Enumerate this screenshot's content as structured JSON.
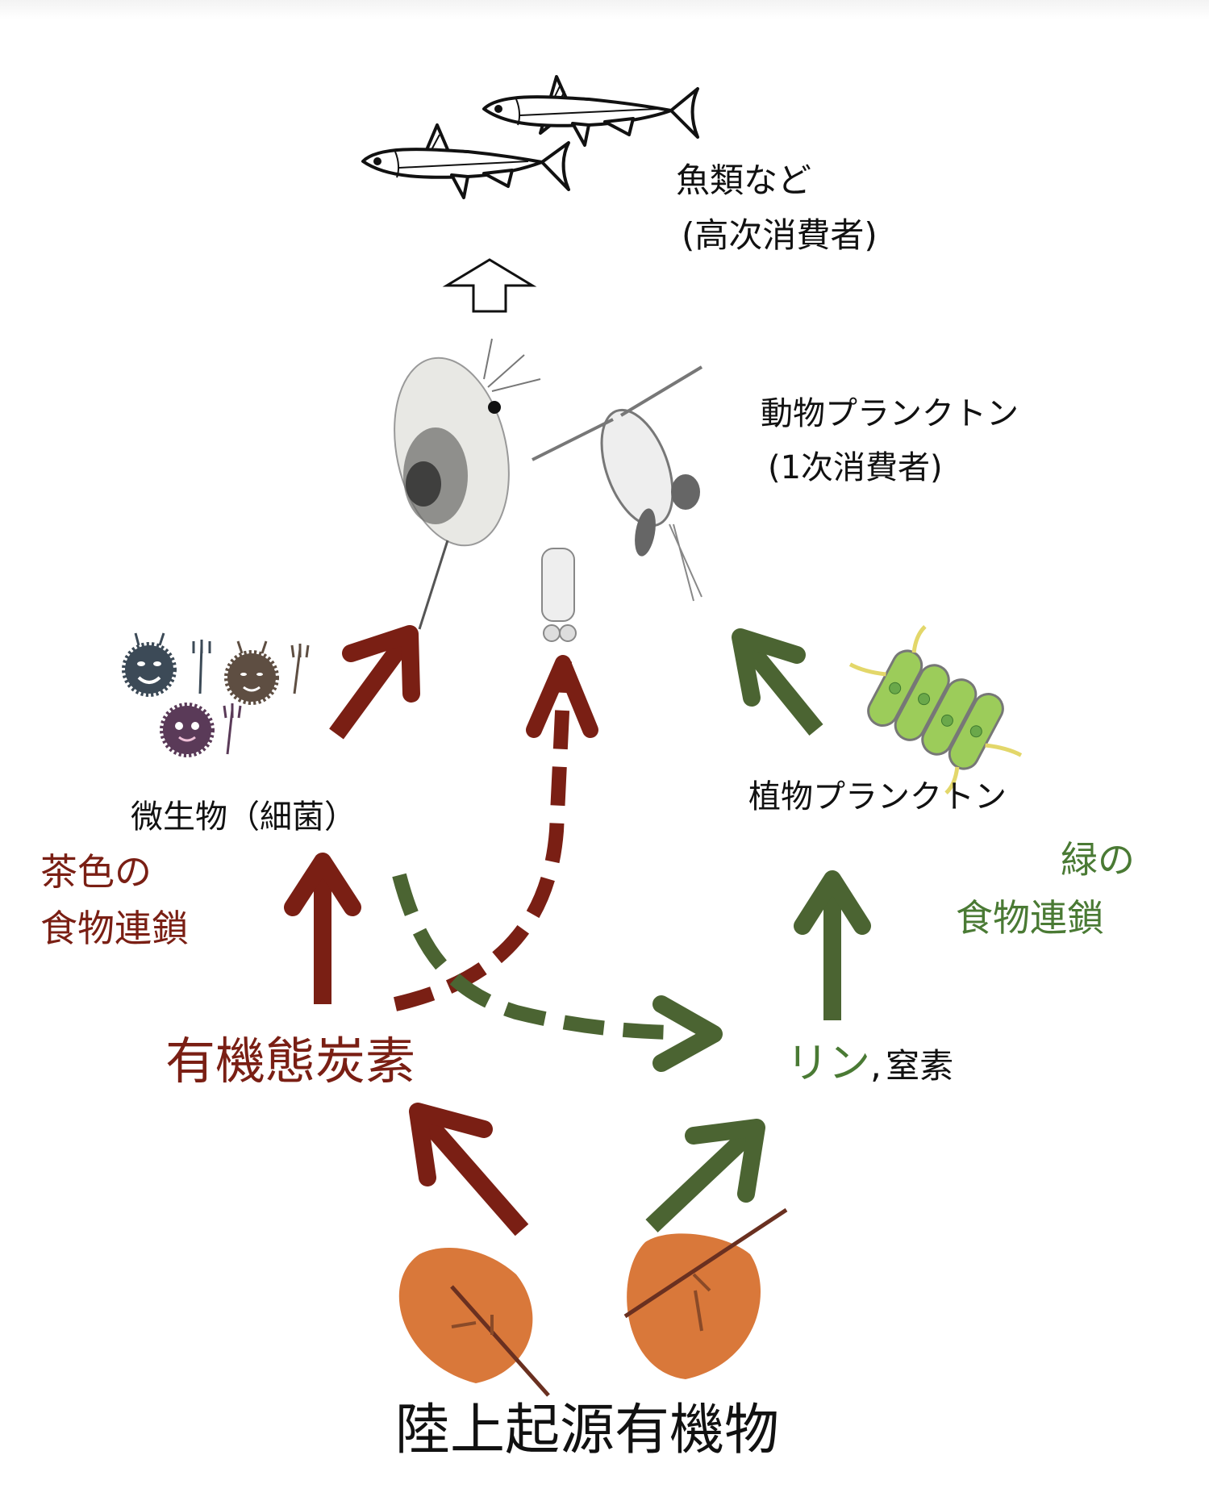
{
  "title": "陸上起源有機物と食物連鎖",
  "colors": {
    "brown_chain": "#7a1f14",
    "green_chain": "#4b6432",
    "green_text": "#4a7a34",
    "leaf": "#d9783a",
    "phytoplankton": "#9ccc5a"
  },
  "labels": {
    "fish": "魚類など",
    "fish_role": "(高次消費者)",
    "zooplankton": "動物プランクトン",
    "zooplankton_role": "(1次消費者)",
    "microbes": "微生物（細菌）",
    "phytoplankton": "植物プランクトン",
    "brown_chain_line1": "茶色の",
    "brown_chain_line2": "食物連鎖",
    "green_chain_line1": "緑の",
    "green_chain_line2": "食物連鎖",
    "organic_carbon": "有機態炭素",
    "phosphorus": "リン",
    "comma": ",",
    "nitrogen": "窒素",
    "terrestrial_organic": "陸上起源有機物"
  },
  "nodes": [
    {
      "id": "fish",
      "icon": "fish-icon"
    },
    {
      "id": "zooplankton",
      "icon": "zooplankton-icon"
    },
    {
      "id": "microbes",
      "icon": "bacteria-icon"
    },
    {
      "id": "phytoplankton",
      "icon": "phytoplankton-icon"
    },
    {
      "id": "organic_carbon"
    },
    {
      "id": "nutrients"
    },
    {
      "id": "terrestrial_organic",
      "icon": "leaf-icon"
    }
  ],
  "edges": [
    {
      "from": "terrestrial_organic",
      "to": "organic_carbon",
      "style": "solid",
      "color": "brown"
    },
    {
      "from": "terrestrial_organic",
      "to": "nutrients",
      "style": "solid",
      "color": "green"
    },
    {
      "from": "organic_carbon",
      "to": "microbes",
      "style": "solid",
      "color": "brown"
    },
    {
      "from": "microbes",
      "to": "zooplankton",
      "style": "solid",
      "color": "brown"
    },
    {
      "from": "organic_carbon",
      "to": "zooplankton",
      "style": "dashed",
      "color": "brown"
    },
    {
      "from": "microbes",
      "to": "nutrients",
      "style": "dashed",
      "color": "green"
    },
    {
      "from": "nutrients",
      "to": "phytoplankton",
      "style": "solid",
      "color": "green"
    },
    {
      "from": "phytoplankton",
      "to": "zooplankton",
      "style": "solid",
      "color": "green"
    },
    {
      "from": "zooplankton",
      "to": "fish",
      "style": "hollow",
      "color": "black"
    }
  ]
}
